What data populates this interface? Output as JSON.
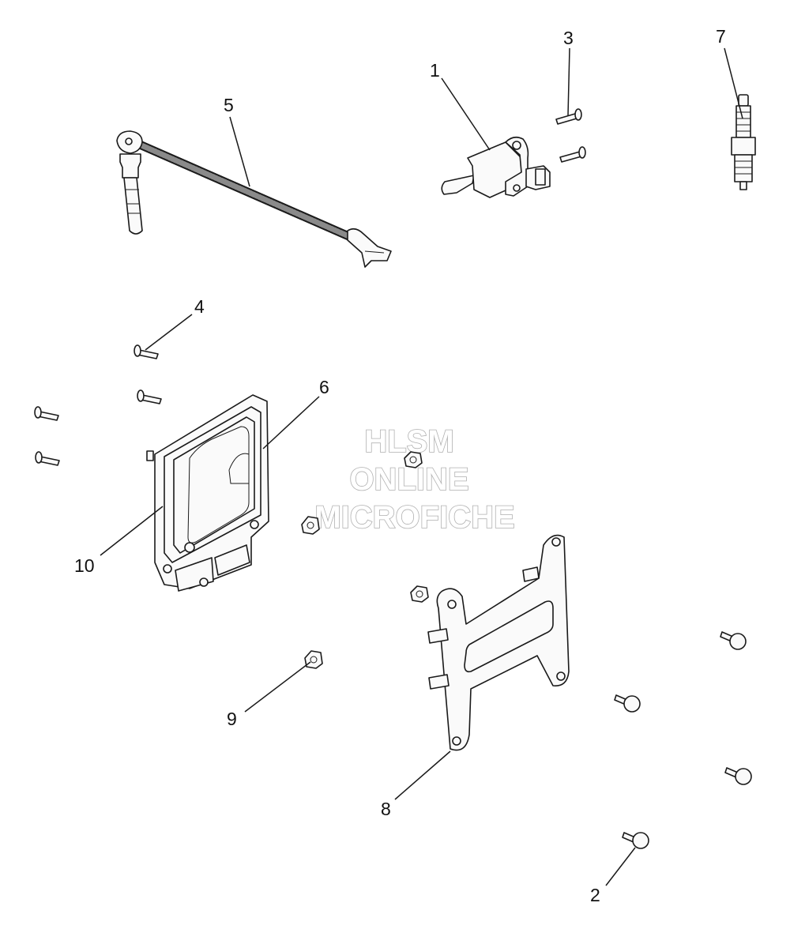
{
  "callouts": {
    "c1": "1",
    "c2": "2",
    "c3": "3",
    "c4": "4",
    "c5": "5",
    "c6": "6",
    "c7": "7",
    "c8": "8",
    "c9": "9",
    "c10": "10"
  },
  "watermark": {
    "line1": "HLSM",
    "line2": "ONLINE",
    "line3": "MICROFICHE"
  }
}
